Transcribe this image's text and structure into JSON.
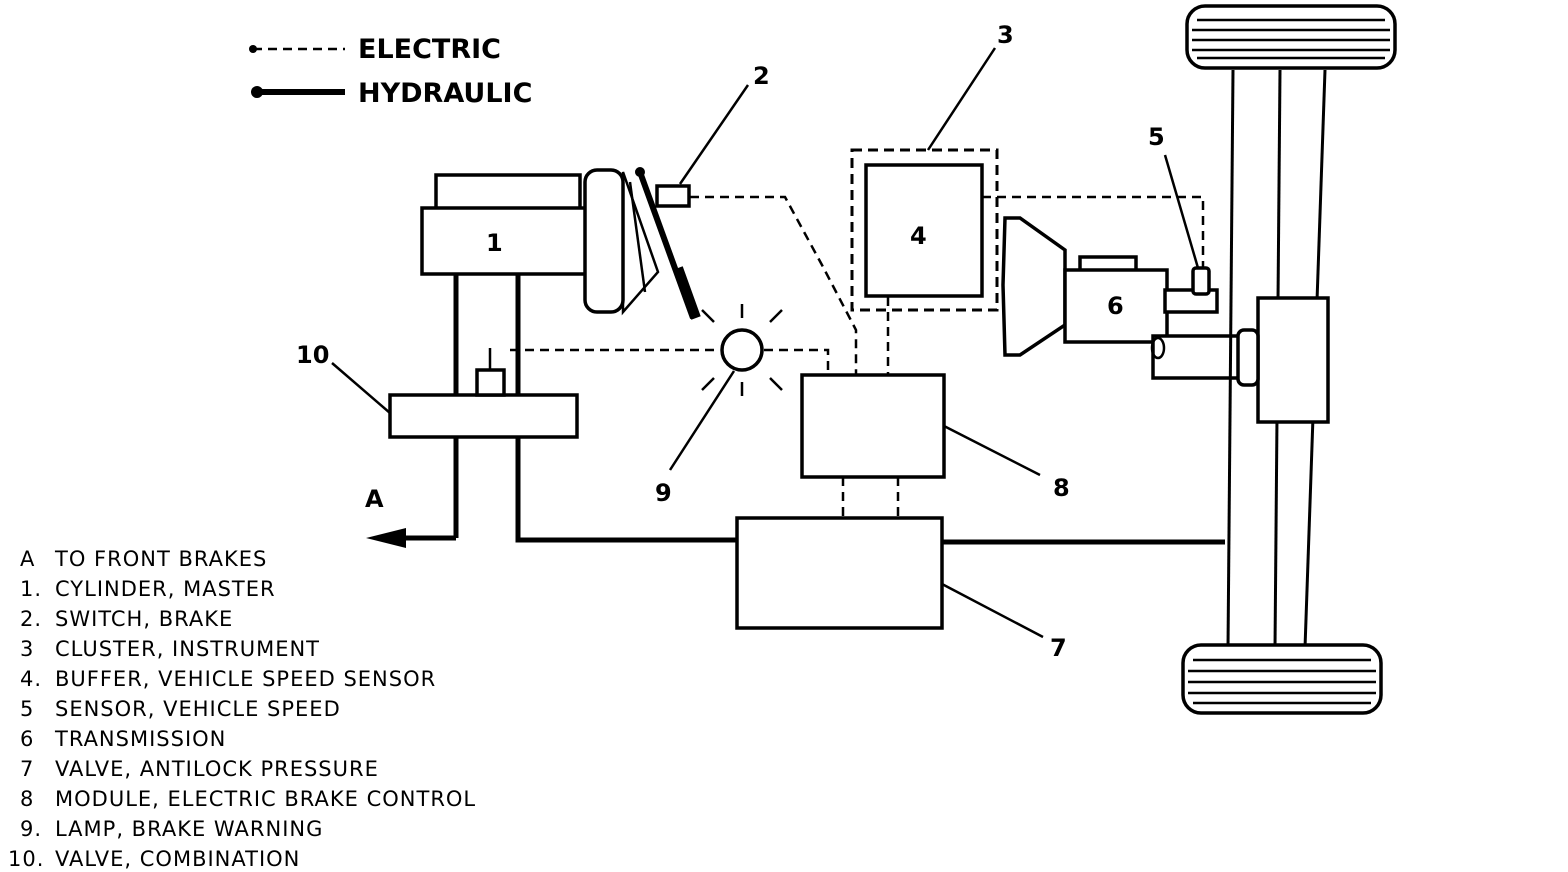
{
  "legend": {
    "electric": "ELECTRIC",
    "hydraulic": "HYDRAULIC"
  },
  "callouts": {
    "c1": "1",
    "c2": "2",
    "c3": "3",
    "c4": "4",
    "c5": "5",
    "c6": "6",
    "c7": "7",
    "c8": "8",
    "c9": "9",
    "c10": "10",
    "cA": "A"
  },
  "key": [
    {
      "id": "A",
      "label": "TO FRONT BRAKES"
    },
    {
      "id": "1.",
      "label": "CYLINDER, MASTER"
    },
    {
      "id": "2.",
      "label": "SWITCH, BRAKE"
    },
    {
      "id": "3",
      "label": "CLUSTER, INSTRUMENT"
    },
    {
      "id": "4.",
      "label": "BUFFER, VEHICLE SPEED SENSOR"
    },
    {
      "id": "5",
      "label": "SENSOR, VEHICLE SPEED"
    },
    {
      "id": "6",
      "label": "TRANSMISSION"
    },
    {
      "id": "7",
      "label": "VALVE, ANTILOCK PRESSURE"
    },
    {
      "id": "8",
      "label": "MODULE, ELECTRIC BRAKE CONTROL"
    },
    {
      "id": "9.",
      "label": "LAMP, BRAKE WARNING"
    },
    {
      "id": "10.",
      "label": "VALVE, COMBINATION"
    }
  ]
}
